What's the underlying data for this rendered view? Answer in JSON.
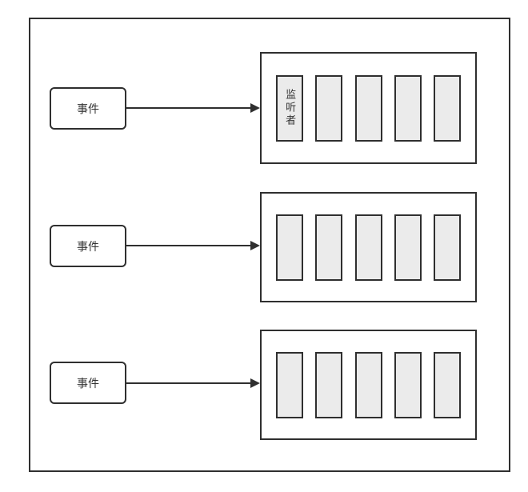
{
  "rows": [
    {
      "event_label": "事件",
      "slots": [
        "监听者",
        "",
        "",
        "",
        ""
      ]
    },
    {
      "event_label": "事件",
      "slots": [
        "",
        "",
        "",
        "",
        ""
      ]
    },
    {
      "event_label": "事件",
      "slots": [
        "",
        "",
        "",
        "",
        ""
      ]
    }
  ],
  "colors": {
    "stroke": "#2f2f2f",
    "slot_fill": "#ebebeb",
    "background": "#ffffff",
    "text": "#333333"
  }
}
